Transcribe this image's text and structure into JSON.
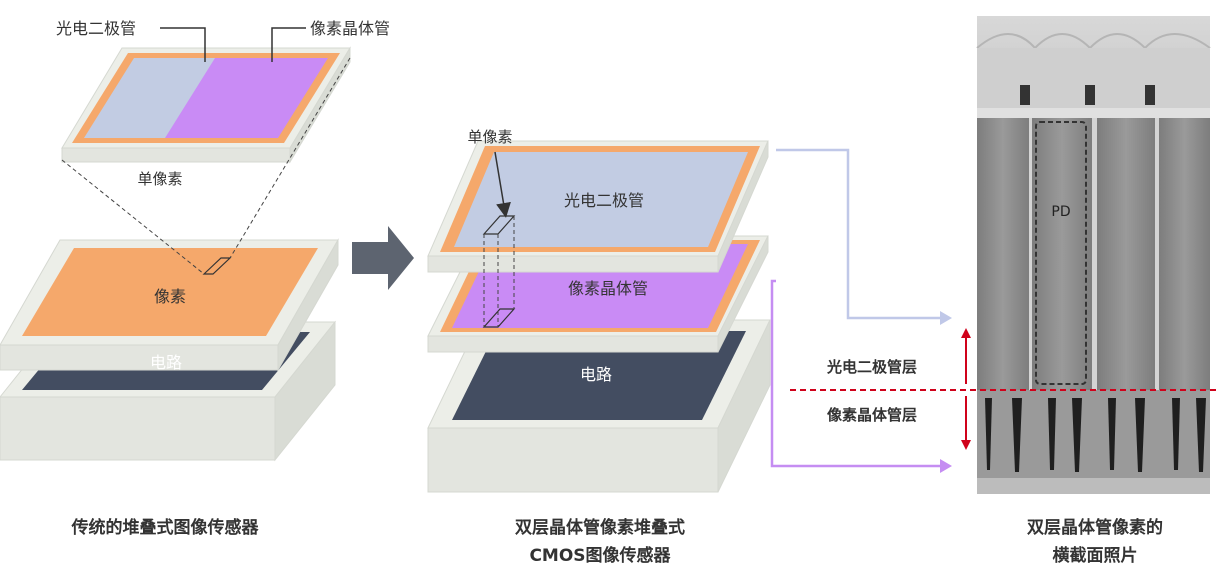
{
  "colors": {
    "tray": "#eceee8",
    "tray_side": "#d9dcd5",
    "tray_front": "#e3e5df",
    "pixel_orange": "#f5a86b",
    "circuit_navy": "#434d61",
    "photodiode_blue": "#c2cce3",
    "transistor_purple": "#c98bf5",
    "arrow_gray": "#5d6470",
    "connector_blue": "#c0c8e8",
    "connector_purple": "#c58df2",
    "dashed_red": "#d0021b"
  },
  "left_diagram": {
    "callout_photodiode": "光电二极管",
    "callout_transistor": "像素晶体管",
    "single_pixel_label": "单像素",
    "pixel_layer_label": "像素",
    "circuit_layer_label": "电路",
    "caption": "传统的堆叠式图像传感器"
  },
  "middle_diagram": {
    "single_pixel_callout": "单像素",
    "photodiode_layer_label": "光电二极管",
    "transistor_layer_label": "像素晶体管",
    "circuit_layer_label": "电路",
    "caption_line1": "双层晶体管像素堆叠式",
    "caption_line2": "CMOS图像传感器"
  },
  "cross_section": {
    "pd_label": "PD",
    "photodiode_layer_label": "光电二极管层",
    "transistor_layer_label": "像素晶体管层",
    "caption_line1": "双层晶体管像素的",
    "caption_line2": "横截面照片"
  }
}
